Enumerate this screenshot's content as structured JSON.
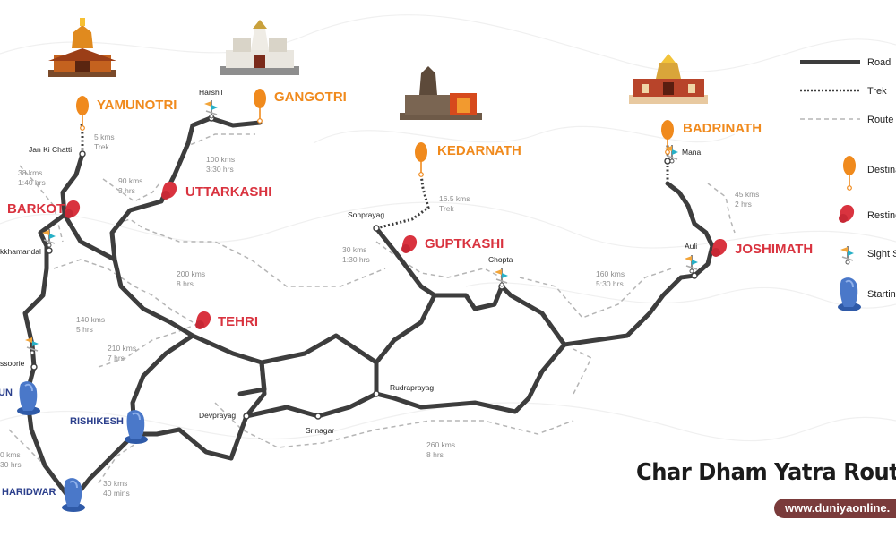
{
  "title": "Char Dham Yatra Route M",
  "website": "www.duniyaonline.",
  "legend": {
    "road": "Road",
    "trek": "Trek",
    "route": "Route",
    "destination": "Destina",
    "resting": "Resting",
    "sightseeing": "Sight Se",
    "starting": "Starting"
  },
  "destinations": {
    "yamunotri": "YAMUNOTRI",
    "gangotri": "GANGOTRI",
    "kedarnath": "KEDARNATH",
    "badrinath": "BADRINATH"
  },
  "resting_points": {
    "barkot": "BARKOT",
    "uttarkashi": "UTTARKASHI",
    "tehri": "TEHRI",
    "guptkashi": "GUPTKASHI",
    "joshimath": "JOSHIMATH"
  },
  "starting_points": {
    "dehradun": "UN",
    "rishikesh": "RISHIKESH",
    "haridwar": "HARIDWAR"
  },
  "towns": {
    "jan_ki_chatti": "Jan Ki Chatti",
    "harshil": "Harshil",
    "sonprayag": "Sonprayag",
    "chopta": "Chopta",
    "mana": "Mana",
    "auli": "Auli",
    "devprayag": "Devprayag",
    "srinagar": "Srinagar",
    "rudraprayag": "Rudraprayag",
    "mussoorie": "ssoorie",
    "naugaon": "kkhamandal"
  },
  "distances": {
    "jan_ki_chatti_trek": [
      "5 kms",
      "Trek"
    ],
    "barkot_jkc": [
      "38 kms",
      "1:40 hrs"
    ],
    "harshil_uttarkashi": [
      "90 kms",
      "3 hrs"
    ],
    "gangotri_uttarkashi": [
      "100 kms",
      "3:30 hrs"
    ],
    "kedarnath_trek": [
      "16.5 kms",
      "Trek"
    ],
    "sonprayag_guptkashi": [
      "30 kms",
      "1:30 hrs"
    ],
    "uttarkashi_tehri": [
      "200 kms",
      "8 hrs"
    ],
    "barkot_mussoorie": [
      "140 kms",
      "5 hrs"
    ],
    "rishikesh_tehri": [
      "210 kms",
      "7 hrs"
    ],
    "joshimath_badrinath": [
      "45 kms",
      "2 hrs"
    ],
    "chopta_joshimath": [
      "160 kms",
      "5:30 hrs"
    ],
    "rudraprayag_joshimath": [
      "260 kms",
      "8 hrs"
    ],
    "haridwar_rishikesh": [
      "30 kms",
      "40 mins"
    ],
    "dehradun_haridwar": [
      "0 kms",
      "30 hrs"
    ]
  },
  "colors": {
    "road": "#3d3d3d",
    "route": "#b5b5b5",
    "destination": "#f08a1d",
    "resting": "#d9333f",
    "starting": "#4a78c9",
    "title": "#1b1b1b",
    "url_bg": "#7a3b3b"
  }
}
